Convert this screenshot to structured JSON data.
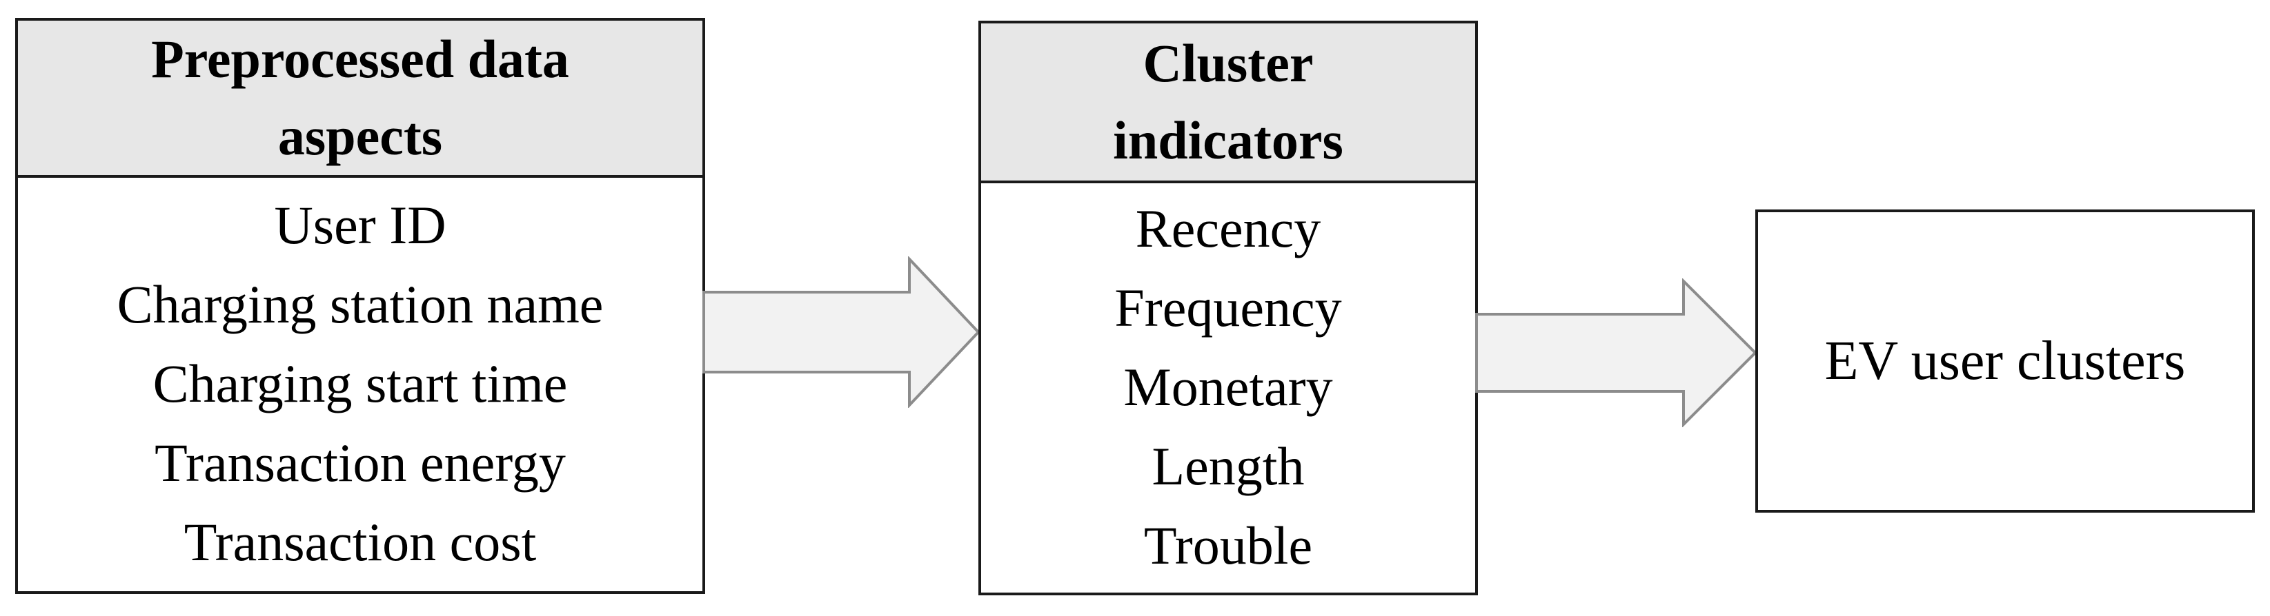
{
  "box_input": {
    "title_line1": "Preprocessed data",
    "title_line2": "aspects",
    "items": [
      "User ID",
      "Charging station name",
      "Charging start time",
      "Transaction energy",
      "Transaction cost"
    ]
  },
  "box_indicators": {
    "title_line1": "Cluster",
    "title_line2": "indicators",
    "items": [
      "Recency",
      "Frequency",
      "Monetary",
      "Length",
      "Trouble"
    ]
  },
  "box_output": {
    "label": "EV user clusters"
  },
  "colors": {
    "header_fill": "#e7e7e7",
    "arrow_fill": "#f2f2f2",
    "arrow_stroke": "#8c8c8c",
    "box_border": "#1a1a1a"
  }
}
